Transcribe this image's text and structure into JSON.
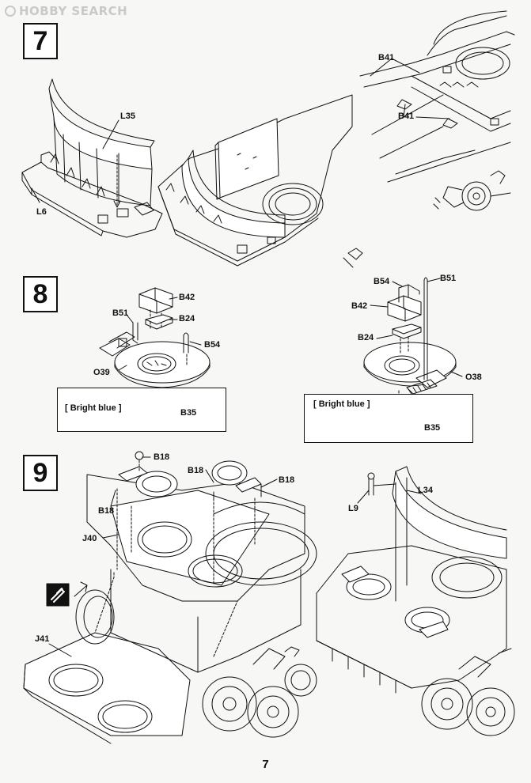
{
  "watermark": {
    "text": "HOBBY SEARCH"
  },
  "steps": [
    {
      "number": "7"
    },
    {
      "number": "8"
    },
    {
      "number": "9"
    }
  ],
  "step7": {
    "callouts": {
      "l35": "L35",
      "l6": "L6",
      "b41_top": "B41",
      "b41_bottom": "B41"
    }
  },
  "step8": {
    "left": {
      "callouts": {
        "b42": "B42",
        "b51": "B51",
        "b24": "B24",
        "b54": "B54",
        "o39": "O39"
      },
      "paint": {
        "label": "[ Bright blue ]",
        "part": "B35"
      }
    },
    "right": {
      "callouts": {
        "b54": "B54",
        "b51": "B51",
        "b42": "B42",
        "b24": "B24",
        "o38": "O38"
      },
      "paint": {
        "label": "[ Bright blue ]",
        "part": "B35"
      }
    }
  },
  "step9": {
    "callouts": {
      "b18_a": "B18",
      "b18_b": "B18",
      "b18_c": "B18",
      "b18_d": "B18",
      "j40": "J40",
      "j41": "J41",
      "l9": "L9",
      "l34": "L34"
    }
  },
  "page": {
    "number": "7"
  },
  "colors": {
    "ink": "#111111",
    "paper": "#f7f7f5",
    "watermark": "#c9c9c9"
  },
  "icons": [
    "glue-icon",
    "cement-icon"
  ]
}
